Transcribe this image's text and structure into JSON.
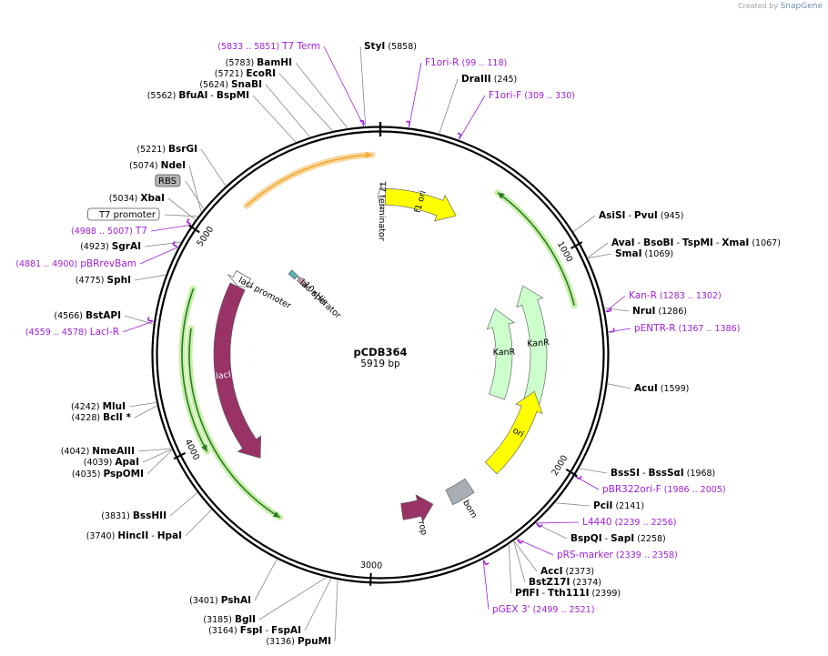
{
  "credit": {
    "prefix": "Created by",
    "brand": "SnapGene"
  },
  "plasmid": {
    "name": "pCDB364",
    "length": 5919,
    "length_label": "5919 bp"
  },
  "colors": {
    "enzyme": "#000000",
    "primer": "#a020d8",
    "ruler": "#000000",
    "leader": "#888888",
    "f1ori": "#ffff00",
    "ori": "#ffff00",
    "kanr": "#ccffcc",
    "laci": "#993366",
    "rop": "#993366",
    "bom": "#a8aeb4",
    "t7_promoter_box": "#ffffff",
    "rbs_box": "#b4b4b4"
  },
  "ticks": [
    {
      "pos": 1000,
      "label": "1000"
    },
    {
      "pos": 2000,
      "label": "2000"
    },
    {
      "pos": 3000,
      "label": "3000"
    },
    {
      "pos": 4000,
      "label": "4000"
    },
    {
      "pos": 5000,
      "label": "5000"
    }
  ],
  "features": [
    {
      "name": "f1 ori",
      "start": 15,
      "end": 470,
      "strand": 1,
      "ring": 0,
      "color": "#ffff00",
      "label": "f1 ori",
      "label_inside": true
    },
    {
      "name": "KanR",
      "start": 1055,
      "end": 1770,
      "strand": -1,
      "ring": 0,
      "color": "#ccffcc",
      "label": "KanR",
      "label_inside": true
    },
    {
      "name": "KanR",
      "start": 1120,
      "end": 1805,
      "strand": -1,
      "ring": 1,
      "color": "#ccffcc",
      "label": "KanR",
      "label_inside": true
    },
    {
      "name": "ori",
      "start": 1700,
      "end": 2230,
      "strand": -1,
      "ring": 0,
      "color": "#ffff00",
      "label": "ori",
      "label_inside": true
    },
    {
      "name": "bom",
      "start": 2395,
      "end": 2535,
      "strand": 0,
      "ring": 0,
      "color": "#a8aeb4",
      "label": "bom",
      "label_inside": false
    },
    {
      "name": "rop",
      "start": 2640,
      "end": 2830,
      "strand": -1,
      "ring": 0,
      "color": "#993366",
      "label": "rop",
      "label_inside": false
    },
    {
      "name": "lacI",
      "start": 3770,
      "end": 4860,
      "strand": -1,
      "ring": 0,
      "color": "#993366",
      "label": "lacI",
      "label_inside": true
    },
    {
      "name": "T7 terminator",
      "start": 5905,
      "end": 5950,
      "strand": -1,
      "ring": 0,
      "color": "#ffffff",
      "label": "T7 terminator",
      "label_inside": false
    },
    {
      "name": "lacI promoter",
      "start": 4862,
      "end": 4938,
      "strand": -1,
      "ring": 0,
      "color": "#ffffff",
      "label": "lacI promoter",
      "label_inside": false
    },
    {
      "name": "10xHis",
      "start": 5125,
      "end": 5175,
      "strand": 1,
      "ring": 2,
      "color": "#c89aa8",
      "label": "10xHis",
      "label_inside": false
    },
    {
      "name": "lac operator",
      "start": 5120,
      "end": 5160,
      "strand": 0,
      "ring": 3,
      "color": "#5ab4b4",
      "label": "lac operator",
      "label_inside": false
    }
  ],
  "orfs": [
    {
      "start": 5230,
      "end": 5880,
      "strand": 1,
      "color": "#f4a830",
      "glow": "#f8d8a0"
    },
    {
      "start": 590,
      "end": 1245,
      "strand": -1,
      "color": "#2a7a2a",
      "glow": "#c8f0a8"
    },
    {
      "start": 3960,
      "end": 4760,
      "strand": -1,
      "color": "#2a7a2a",
      "glow": "#c8f0a8"
    },
    {
      "start": 3480,
      "end": 4570,
      "strand": -1,
      "color": "#2a7a2a",
      "glow": "#c8f0a8"
    }
  ],
  "enzymes": [
    {
      "pos": 5858,
      "parts": [
        {
          "t": "StyI",
          "b": true
        },
        {
          "t": "  (5858)",
          "b": false
        }
      ],
      "side": "R"
    },
    {
      "pos": 245,
      "parts": [
        {
          "t": "DraIII",
          "b": true
        },
        {
          "t": "  (245)",
          "b": false
        }
      ],
      "side": "R"
    },
    {
      "pos": 945,
      "parts": [
        {
          "t": "AsiSI",
          "b": true
        },
        {
          "t": " - ",
          "b": false
        },
        {
          "t": "PvuI",
          "b": true
        },
        {
          "t": "  (945)",
          "b": false
        }
      ],
      "side": "R"
    },
    {
      "pos": 1067,
      "parts": [
        {
          "t": "AvaI",
          "b": true
        },
        {
          "t": " - ",
          "b": false
        },
        {
          "t": "BsoBI",
          "b": true
        },
        {
          "t": " - ",
          "b": false
        },
        {
          "t": "TspMI",
          "b": true
        },
        {
          "t": " - ",
          "b": false
        },
        {
          "t": "XmaI",
          "b": true
        },
        {
          "t": "  (1067)",
          "b": false
        }
      ],
      "side": "R"
    },
    {
      "pos": 1069,
      "parts": [
        {
          "t": "SmaI",
          "b": true
        },
        {
          "t": "  (1069)",
          "b": false
        }
      ],
      "side": "R"
    },
    {
      "pos": 1286,
      "parts": [
        {
          "t": "NruI",
          "b": true
        },
        {
          "t": "  (1286)",
          "b": false
        }
      ],
      "side": "R"
    },
    {
      "pos": 1599,
      "parts": [
        {
          "t": "AcuI",
          "b": true
        },
        {
          "t": "  (1599)",
          "b": false
        }
      ],
      "side": "R"
    },
    {
      "pos": 1968,
      "parts": [
        {
          "t": "BssSI",
          "b": true
        },
        {
          "t": " - ",
          "b": false
        },
        {
          "t": "BssSαI",
          "b": true
        },
        {
          "t": "  (1968)",
          "b": false
        }
      ],
      "side": "R"
    },
    {
      "pos": 2141,
      "parts": [
        {
          "t": "PciI",
          "b": true
        },
        {
          "t": "  (2141)",
          "b": false
        }
      ],
      "side": "R"
    },
    {
      "pos": 2258,
      "parts": [
        {
          "t": "BspQI",
          "b": true
        },
        {
          "t": " - ",
          "b": false
        },
        {
          "t": "SapI",
          "b": true
        },
        {
          "t": "  (2258)",
          "b": false
        }
      ],
      "side": "R"
    },
    {
      "pos": 2373,
      "parts": [
        {
          "t": "AccI",
          "b": true
        },
        {
          "t": "  (2373)",
          "b": false
        }
      ],
      "side": "R"
    },
    {
      "pos": 2374,
      "parts": [
        {
          "t": "BstZ17I",
          "b": true
        },
        {
          "t": "  (2374)",
          "b": false
        }
      ],
      "side": "R"
    },
    {
      "pos": 2399,
      "parts": [
        {
          "t": "PflFI",
          "b": true
        },
        {
          "t": " - ",
          "b": false
        },
        {
          "t": "Tth111I",
          "b": true
        },
        {
          "t": "  (2399)",
          "b": false
        }
      ],
      "side": "R"
    },
    {
      "pos": 3136,
      "parts": [
        {
          "t": "(3136)  ",
          "b": false
        },
        {
          "t": "PpuMI",
          "b": true
        }
      ],
      "side": "L"
    },
    {
      "pos": 3164,
      "parts": [
        {
          "t": "(3164)  ",
          "b": false
        },
        {
          "t": "FspI",
          "b": true
        },
        {
          "t": " - ",
          "b": false
        },
        {
          "t": "FspAI",
          "b": true
        }
      ],
      "side": "L"
    },
    {
      "pos": 3185,
      "parts": [
        {
          "t": "(3185)  ",
          "b": false
        },
        {
          "t": "BglI",
          "b": true
        }
      ],
      "side": "L"
    },
    {
      "pos": 3401,
      "parts": [
        {
          "t": "(3401)  ",
          "b": false
        },
        {
          "t": "PshAI",
          "b": true
        }
      ],
      "side": "L"
    },
    {
      "pos": 3740,
      "parts": [
        {
          "t": "(3740)  ",
          "b": false
        },
        {
          "t": "HincII",
          "b": true
        },
        {
          "t": " - ",
          "b": false
        },
        {
          "t": "HpaI",
          "b": true
        }
      ],
      "side": "L"
    },
    {
      "pos": 3831,
      "parts": [
        {
          "t": "(3831)  ",
          "b": false
        },
        {
          "t": "BssHII",
          "b": true
        }
      ],
      "side": "L"
    },
    {
      "pos": 4035,
      "parts": [
        {
          "t": "(4035)  ",
          "b": false
        },
        {
          "t": "PspOMI",
          "b": true
        }
      ],
      "side": "L"
    },
    {
      "pos": 4039,
      "parts": [
        {
          "t": "(4039)  ",
          "b": false
        },
        {
          "t": "ApaI",
          "b": true
        }
      ],
      "side": "L"
    },
    {
      "pos": 4042,
      "parts": [
        {
          "t": "(4042)  ",
          "b": false
        },
        {
          "t": "NmeAIII",
          "b": true
        }
      ],
      "side": "L"
    },
    {
      "pos": 4228,
      "parts": [
        {
          "t": "(4228)  ",
          "b": false
        },
        {
          "t": "BclI *",
          "b": true
        }
      ],
      "side": "L"
    },
    {
      "pos": 4242,
      "parts": [
        {
          "t": "(4242)  ",
          "b": false
        },
        {
          "t": "MluI",
          "b": true
        }
      ],
      "side": "L"
    },
    {
      "pos": 4566,
      "parts": [
        {
          "t": "(4566)  ",
          "b": false
        },
        {
          "t": "BstAPI",
          "b": true
        }
      ],
      "side": "L"
    },
    {
      "pos": 4775,
      "parts": [
        {
          "t": "(4775)  ",
          "b": false
        },
        {
          "t": "SphI",
          "b": true
        }
      ],
      "side": "L"
    },
    {
      "pos": 4923,
      "parts": [
        {
          "t": "(4923)  ",
          "b": false
        },
        {
          "t": "SgrAI",
          "b": true
        }
      ],
      "side": "L"
    },
    {
      "pos": 5034,
      "parts": [
        {
          "t": "(5034)  ",
          "b": false
        },
        {
          "t": "XbaI",
          "b": true
        }
      ],
      "side": "L"
    },
    {
      "pos": 5074,
      "parts": [
        {
          "t": "(5074)  ",
          "b": false
        },
        {
          "t": "NdeI",
          "b": true
        }
      ],
      "side": "L"
    },
    {
      "pos": 5221,
      "parts": [
        {
          "t": "(5221)  ",
          "b": false
        },
        {
          "t": "BsrGI",
          "b": true
        }
      ],
      "side": "L"
    },
    {
      "pos": 5562,
      "parts": [
        {
          "t": "(5562)  ",
          "b": false
        },
        {
          "t": "BfuAI",
          "b": true
        },
        {
          "t": " - ",
          "b": false
        },
        {
          "t": "BspMI",
          "b": true
        }
      ],
      "side": "L"
    },
    {
      "pos": 5624,
      "parts": [
        {
          "t": "(5624)  ",
          "b": false
        },
        {
          "t": "SnaBI",
          "b": true
        }
      ],
      "side": "L"
    },
    {
      "pos": 5721,
      "parts": [
        {
          "t": "(5721)  ",
          "b": false
        },
        {
          "t": "EcoRI",
          "b": true
        }
      ],
      "side": "L"
    },
    {
      "pos": 5783,
      "parts": [
        {
          "t": "(5783)  ",
          "b": false
        },
        {
          "t": "BamHI",
          "b": true
        }
      ],
      "side": "L"
    }
  ],
  "primers": [
    {
      "pos": 5851,
      "strand": -1,
      "parts": [
        {
          "t": "(5833 .. 5851)  ",
          "s": true
        },
        {
          "t": "T7 Term",
          "s": false
        }
      ],
      "side": "L"
    },
    {
      "pos": 118,
      "strand": -1,
      "parts": [
        {
          "t": "F1ori-R",
          "s": false
        },
        {
          "t": "   (99 .. 118)",
          "s": true
        }
      ],
      "side": "R"
    },
    {
      "pos": 330,
      "strand": -1,
      "parts": [
        {
          "t": "F1ori-F",
          "s": false
        },
        {
          "t": "   (309 .. 330)",
          "s": true
        }
      ],
      "side": "R"
    },
    {
      "pos": 1302,
      "strand": -1,
      "parts": [
        {
          "t": "Kan-R",
          "s": false
        },
        {
          "t": "   (1283 .. 1302)",
          "s": true
        }
      ],
      "side": "R"
    },
    {
      "pos": 1386,
      "strand": -1,
      "parts": [
        {
          "t": "pENTR-R",
          "s": false
        },
        {
          "t": "   (1367 .. 1386)",
          "s": true
        }
      ],
      "side": "R"
    },
    {
      "pos": 2005,
      "strand": -1,
      "parts": [
        {
          "t": "pBR322ori-F",
          "s": false
        },
        {
          "t": "   (1986 .. 2005)",
          "s": true
        }
      ],
      "side": "R"
    },
    {
      "pos": 2256,
      "strand": -1,
      "parts": [
        {
          "t": "L4440",
          "s": false
        },
        {
          "t": "   (2239 .. 2256)",
          "s": true
        }
      ],
      "side": "R"
    },
    {
      "pos": 2358,
      "strand": -1,
      "parts": [
        {
          "t": "pRS-marker",
          "s": false
        },
        {
          "t": "   (2339 .. 2358)",
          "s": true
        }
      ],
      "side": "R"
    },
    {
      "pos": 2521,
      "strand": -1,
      "parts": [
        {
          "t": "pGEX 3'",
          "s": false
        },
        {
          "t": "   (2499 .. 2521)",
          "s": true
        }
      ],
      "side": "R"
    },
    {
      "pos": 4578,
      "strand": 1,
      "parts": [
        {
          "t": "(4559 .. 4578)  ",
          "s": true
        },
        {
          "t": "LacI-R",
          "s": false
        }
      ],
      "side": "L"
    },
    {
      "pos": 4900,
      "strand": 1,
      "parts": [
        {
          "t": "(4881 .. 4900)  ",
          "s": true
        },
        {
          "t": "pBRrevBam",
          "s": false
        }
      ],
      "side": "L"
    },
    {
      "pos": 5007,
      "strand": 1,
      "parts": [
        {
          "t": "(4988 .. 5007)  ",
          "s": true
        },
        {
          "t": "T7",
          "s": false
        }
      ],
      "side": "L"
    }
  ],
  "boxed_labels": [
    {
      "pos": 5050,
      "text": "T7 promoter",
      "color": "#ffffff",
      "side": "L"
    },
    {
      "pos": 5090,
      "text": "RBS",
      "color": "#b4b4b4",
      "side": "L"
    }
  ]
}
